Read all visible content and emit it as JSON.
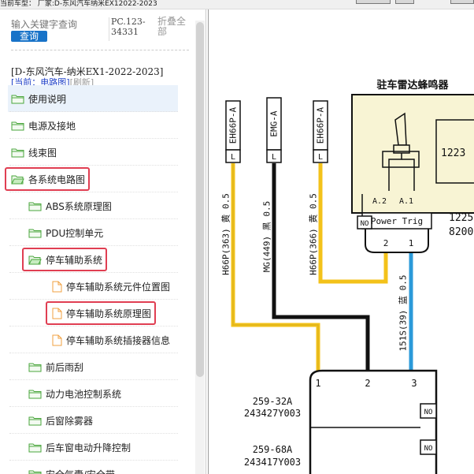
{
  "header": {
    "current_model_text": "当前车型： 厂家:D-东风汽车纳米EX12022-2023"
  },
  "search": {
    "placeholder": "输入关键字查询",
    "query_button": "查询"
  },
  "doc_code": "PC.123-34331",
  "collapse_all": "折叠全部",
  "vehicle_label": "[D-东风汽车-纳米EX1-2022-2023]",
  "current": {
    "label": "[当前：电路图]",
    "refresh": "[刷新]"
  },
  "tree": {
    "items": [
      {
        "label": "使用说明",
        "icon": "folder-icon",
        "level": 0,
        "selected": true
      },
      {
        "label": "电源及接地",
        "icon": "folder-icon",
        "level": 0
      },
      {
        "label": "线束图",
        "icon": "folder-icon",
        "level": 0
      },
      {
        "label": "各系统电路图",
        "icon": "folder-open-icon",
        "level": 0,
        "highlighted": true
      },
      {
        "label": "ABS系统原理图",
        "icon": "folder-icon",
        "level": 1
      },
      {
        "label": "PDU控制单元",
        "icon": "folder-icon",
        "level": 1
      },
      {
        "label": "停车辅助系统",
        "icon": "folder-open-icon",
        "level": 1,
        "highlighted": true
      },
      {
        "label": "停车辅助系统元件位置图",
        "icon": "document-icon",
        "level": 2
      },
      {
        "label": "停车辅助系统原理图",
        "icon": "document-icon",
        "level": 2,
        "highlighted": true
      },
      {
        "label": "停车辅助系统插接器信息",
        "icon": "document-icon",
        "level": 2
      },
      {
        "label": "前后雨刮",
        "icon": "folder-icon",
        "level": 1
      },
      {
        "label": "动力电池控制系统",
        "icon": "folder-icon",
        "level": 1
      },
      {
        "label": "后窗除雾器",
        "icon": "folder-icon",
        "level": 1
      },
      {
        "label": "后车窗电动升降控制",
        "icon": "folder-icon",
        "level": 1
      },
      {
        "label": "安全气囊/安全带",
        "icon": "folder-icon",
        "level": 1
      }
    ]
  },
  "schematic": {
    "component_title": "驻车雷达蜂鸣器",
    "connector_labels": [
      "EH66P-A",
      "EMG-A",
      "EH66P-A"
    ],
    "connector_pin": "L",
    "wire_labels": [
      "H66P(363) 黄 0.5",
      "MG(449) 黑 0.5",
      "H66P(366) 黄 0.5",
      "151S(39) 蓝 0.5"
    ],
    "component_id": "1223",
    "pin_labels": [
      "A.2",
      "A.1"
    ],
    "power_trig": "Power Trig",
    "no_label": "NO",
    "side_codes": [
      "1225",
      "8200"
    ],
    "connector_pins_top": [
      "2",
      "1"
    ],
    "connector_pins_bottom": [
      "1",
      "2",
      "3"
    ],
    "splice_1": [
      "259-32A",
      "243427Y003"
    ],
    "splice_2": [
      "259-68A",
      "243417Y003"
    ],
    "colors": {
      "yellow": "#f3c21a",
      "black": "#111111",
      "blue": "#2b9ad9",
      "body_fill": "#f8f4d4"
    }
  }
}
